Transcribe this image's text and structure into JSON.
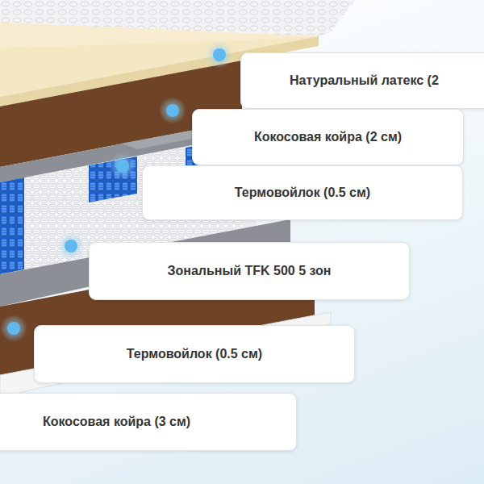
{
  "diagram": {
    "nodes": [
      {
        "text": [
          "Натуральный латекс (2"
        ]
      },
      {
        "text": [
          "Кокосовая койра (2 см)"
        ]
      },
      {
        "text": [
          "Термовойлок (0.5 см)"
        ]
      },
      {
        "text": [
          "Зональный TFK 500 5 зон"
        ]
      },
      {
        "text": [
          "Термовойлок (0.5 см)"
        ]
      },
      {
        "text": [
          "Кокосовая койра (3 см)"
        ]
      }
    ]
  }
}
